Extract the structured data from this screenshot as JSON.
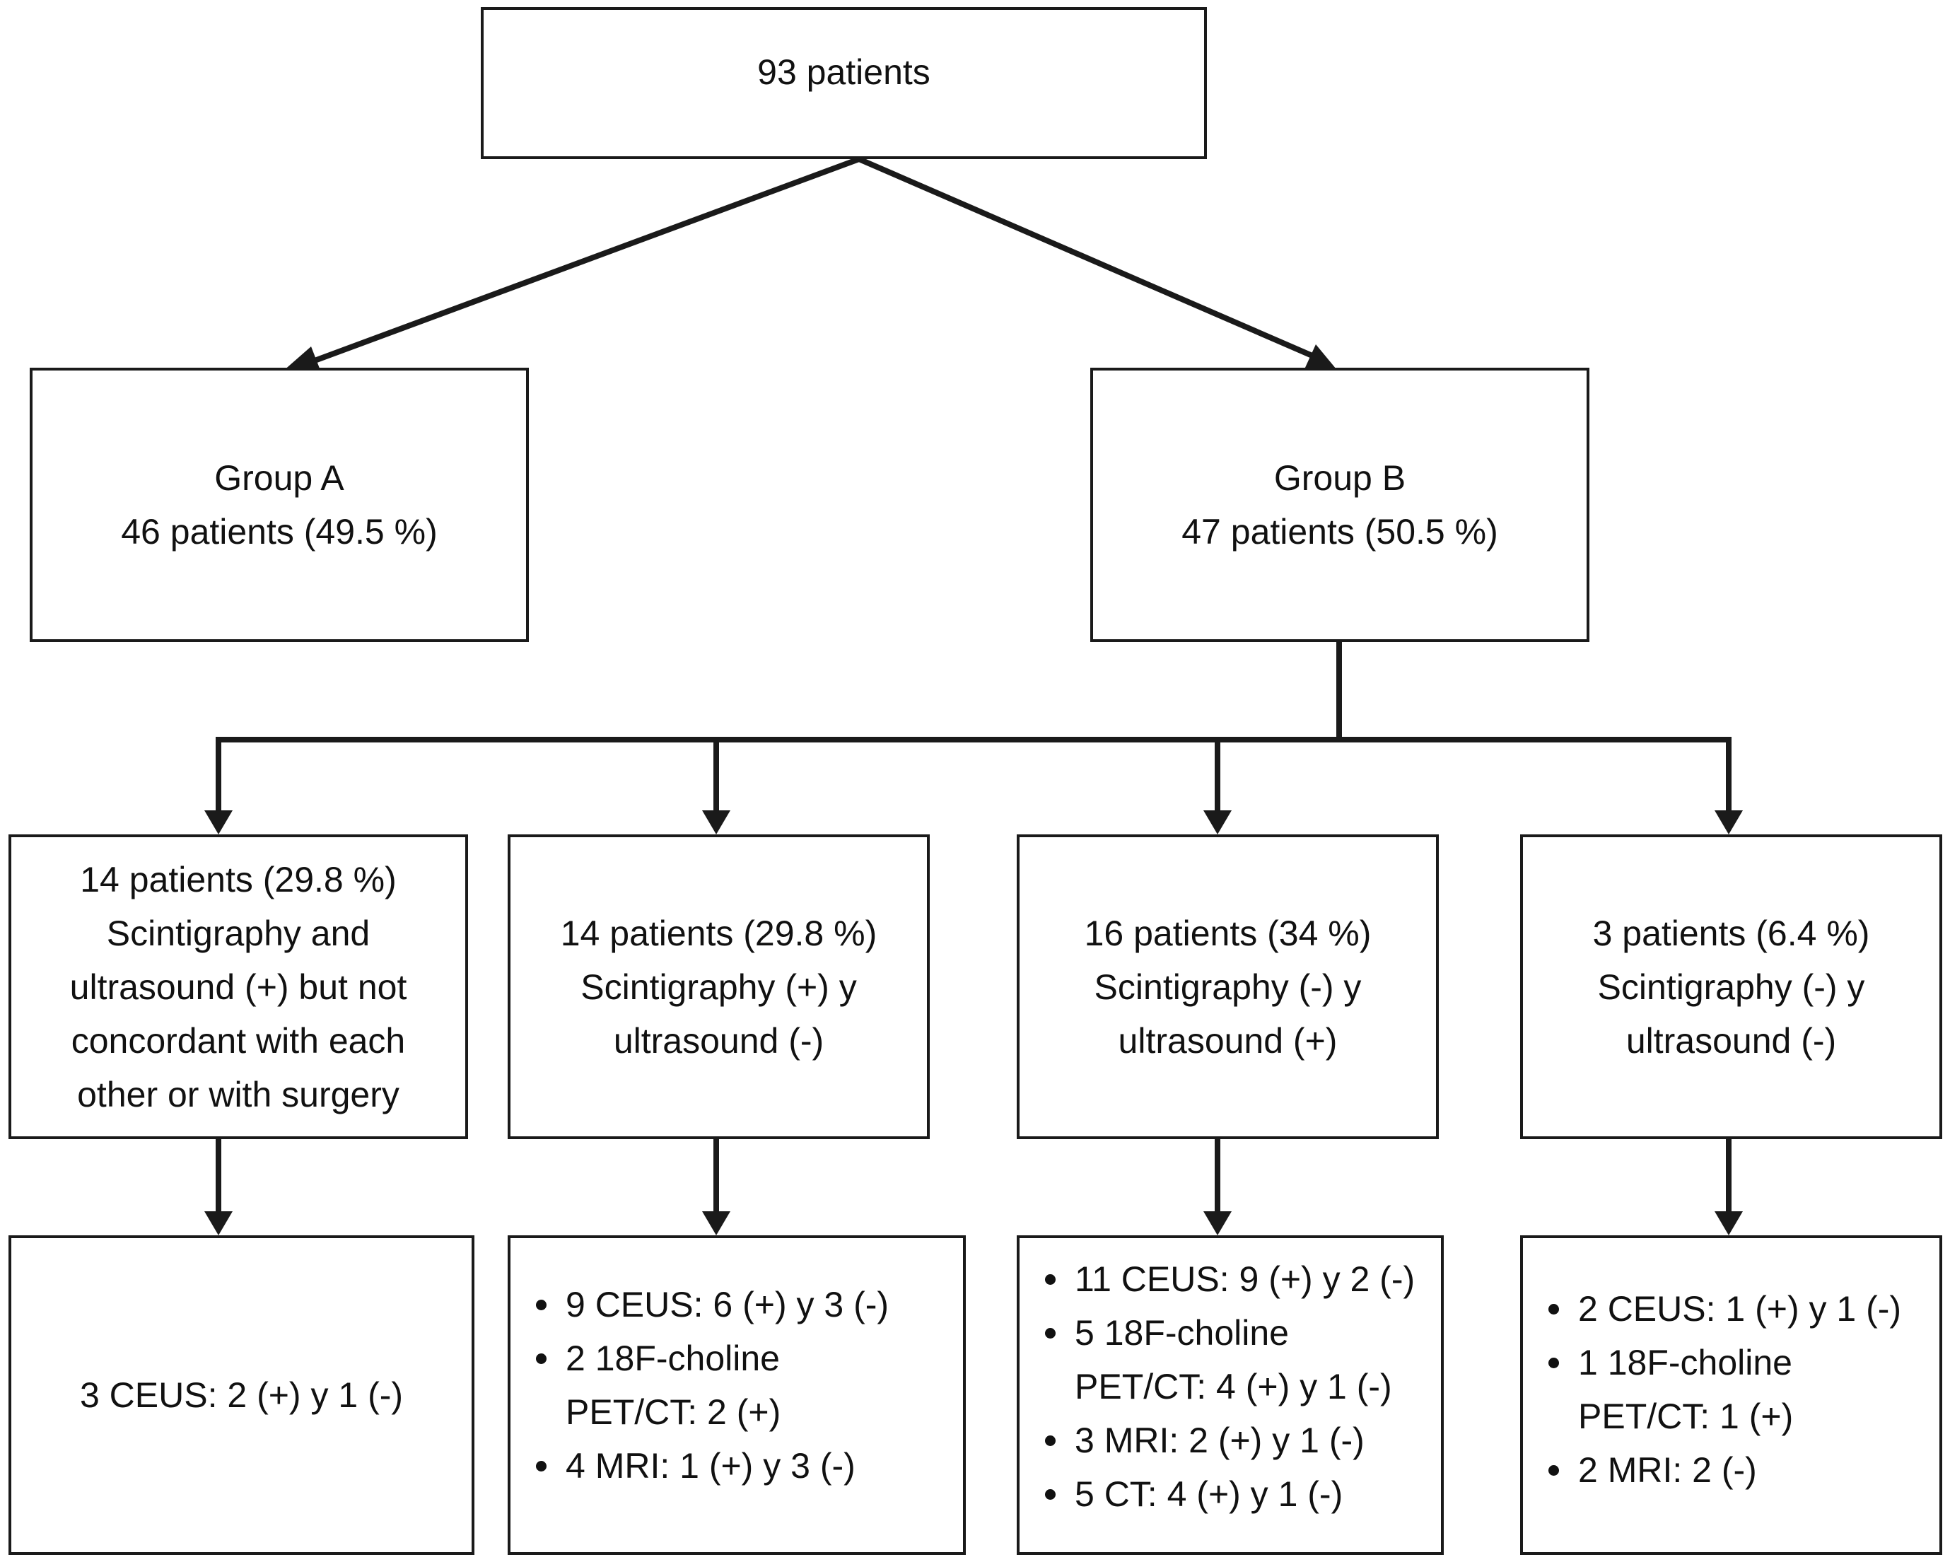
{
  "root": {
    "label": "93 patients"
  },
  "group_a": {
    "title": "Group A",
    "count": "46 patients (49.5 %)"
  },
  "group_b": {
    "title": "Group B",
    "count": "47 patients (50.5 %)"
  },
  "subgroups": [
    {
      "lines": [
        "14 patients (29.8 %)",
        "Scintigraphy and",
        "ultrasound (+) but not",
        "concordant with each",
        "other or with surgery"
      ]
    },
    {
      "lines": [
        "14 patients (29.8 %)",
        "Scintigraphy (+) y",
        "ultrasound (-)"
      ]
    },
    {
      "lines": [
        "16 patients (34 %)",
        "Scintigraphy (-) y",
        "ultrasound (+)"
      ]
    },
    {
      "lines": [
        "3 patients (6.4 %)",
        "Scintigraphy (-) y",
        "ultrasound (-)"
      ]
    }
  ],
  "results": [
    {
      "text": "3 CEUS: 2 (+) y 1 (-)"
    },
    {
      "items": [
        {
          "text": "9 CEUS: 6 (+) y 3 (-)"
        },
        {
          "text": "2 18F-choline",
          "cont": "PET/CT: 2 (+)"
        },
        {
          "text": "4 MRI: 1 (+) y 3 (-)"
        }
      ]
    },
    {
      "items": [
        {
          "text": "11 CEUS: 9 (+) y 2 (-)"
        },
        {
          "text": "5 18F-choline",
          "cont": "PET/CT: 4 (+) y 1 (-)"
        },
        {
          "text": "3 MRI: 2 (+) y 1 (-)"
        },
        {
          "text": "5 CT: 4 (+) y 1 (-)"
        }
      ]
    },
    {
      "items": [
        {
          "text": "2 CEUS: 1 (+) y 1 (-)"
        },
        {
          "text": "1 18F-choline",
          "cont": "PET/CT: 1 (+)"
        },
        {
          "text": "2 MRI: 2 (-)"
        }
      ]
    }
  ]
}
